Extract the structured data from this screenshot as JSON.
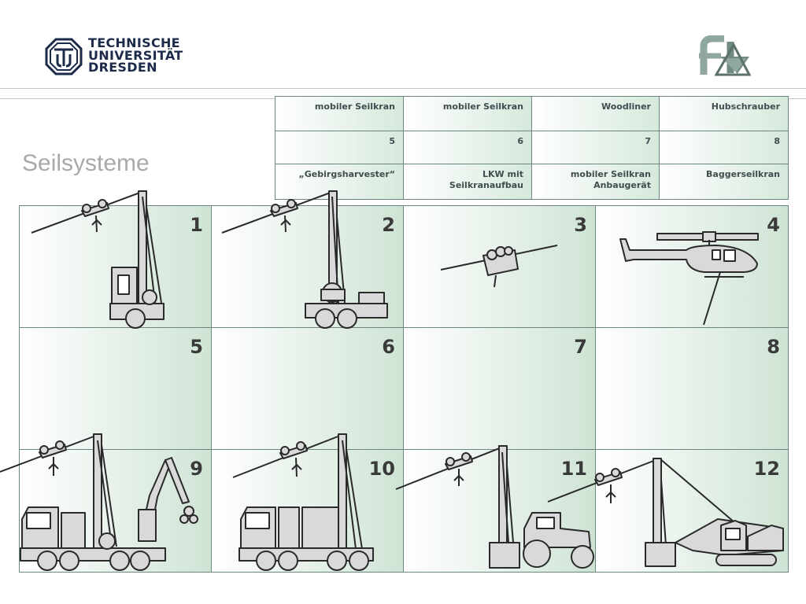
{
  "header": {
    "university_lines": [
      "TECHNISCHE",
      "UNIVERSITÄT",
      "DRESDEN"
    ],
    "logo_icon": "tud-logo-icon",
    "right_logo_icon": "ft-logo-icon"
  },
  "title": "Seilsysteme",
  "legend": {
    "rows": [
      [
        "mobiler Seilkran",
        "mobiler Seilkran",
        "Woodliner",
        "Hubschrauber"
      ],
      [
        "5",
        "6",
        "7",
        "8"
      ],
      [
        "„Gebirgsharvester“",
        "LKW mit Seilkranaufbau",
        "mobiler Seilkran Anbaugerät",
        "Baggerseilkran"
      ]
    ]
  },
  "grid": {
    "numbers": [
      "1",
      "2",
      "3",
      "4",
      "5",
      "6",
      "7",
      "8",
      "9",
      "10",
      "11",
      "12"
    ],
    "icons": [
      "mobile-cable-crane-icon",
      "mobile-cable-crane-trailer-icon",
      "woodliner-carriage-icon",
      "helicopter-icon",
      "",
      "",
      "",
      "",
      "harvester-cable-crane-icon",
      "truck-cable-crane-icon",
      "tractor-cable-crane-icon",
      "excavator-cable-crane-icon"
    ]
  },
  "colors": {
    "grid_border": "#6b8580",
    "cell_gradient_light": "#ffffff",
    "cell_gradient_dark": "#cfe4d5",
    "title_gray": "#a9a9a9",
    "drawing_fill": "#d9d9d9",
    "drawing_stroke": "#2a2a2a"
  }
}
